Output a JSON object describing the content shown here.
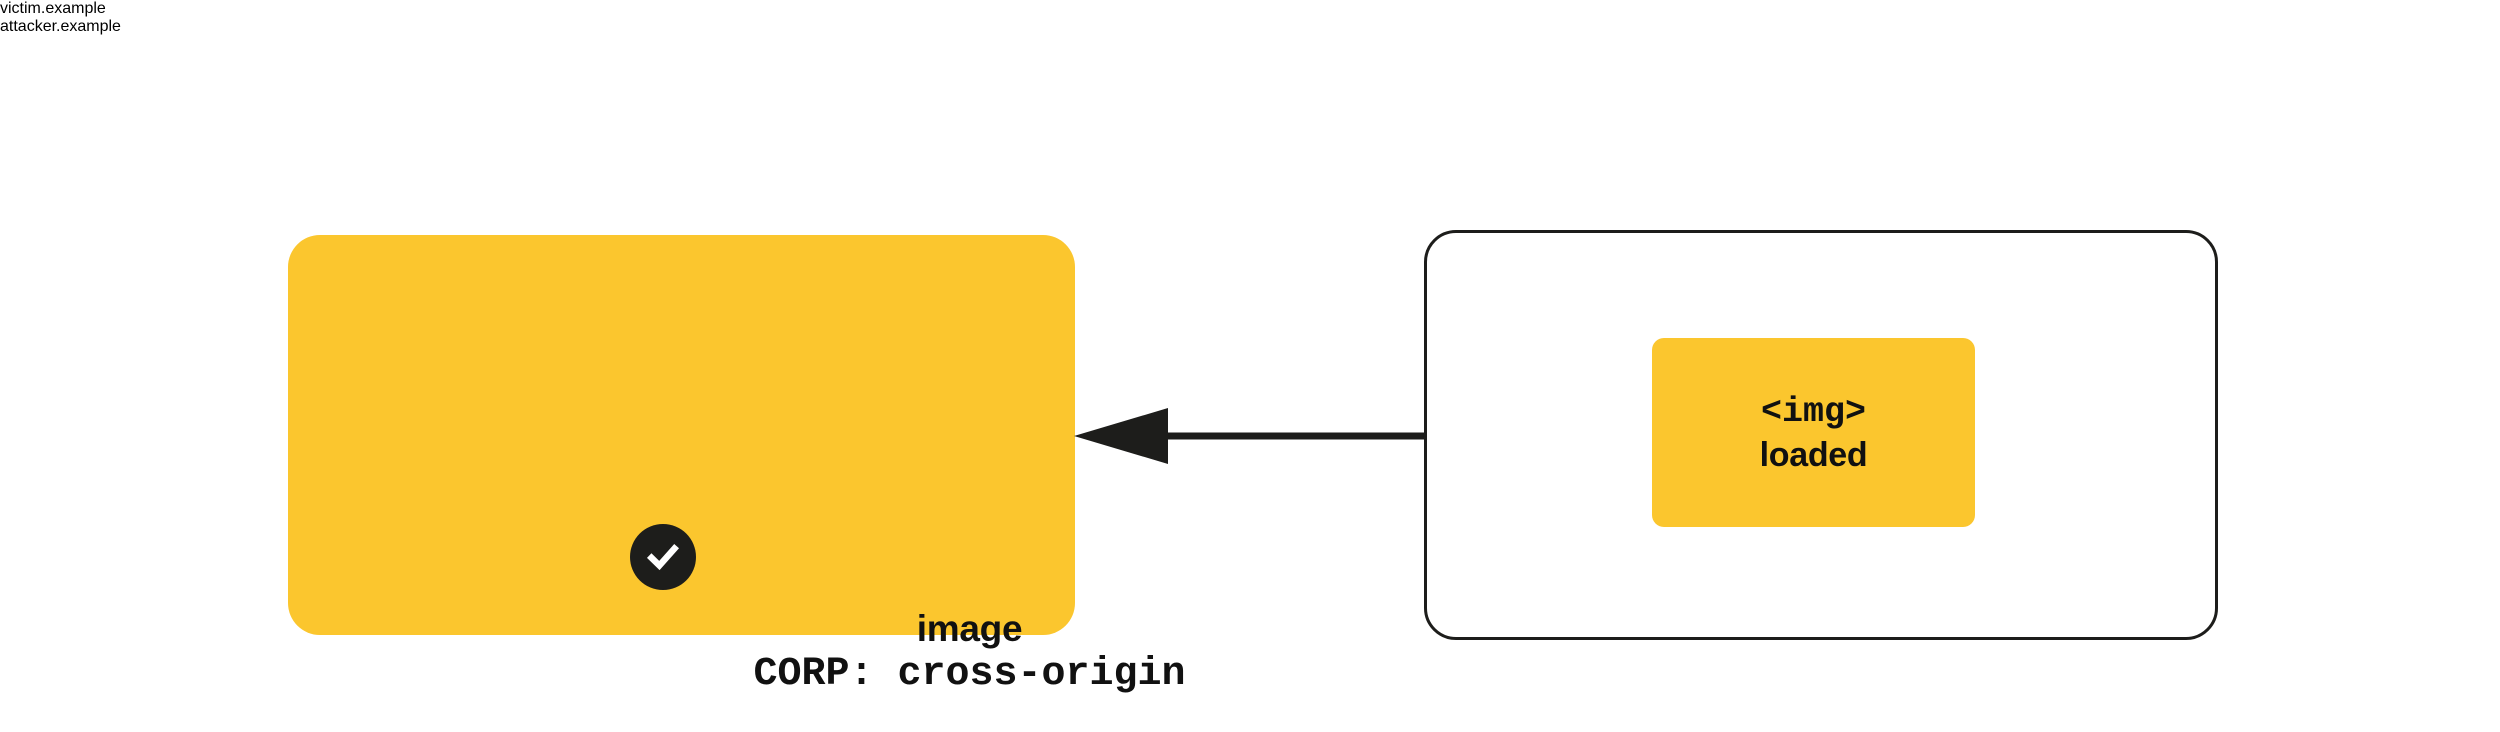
{
  "diagram": {
    "title": "Cross-Origin Resource Policy cross-origin image load",
    "background_color": "#ffffff",
    "accent_color": "#fbc62e",
    "ink_color": "#1d1d1b"
  },
  "victim": {
    "label": "victim.example",
    "card": {
      "resource_type": "image",
      "header": "CORP: cross-origin",
      "badge_icon": "check-circle-icon",
      "badge_meaning": "allowed",
      "fill_color": "#fbc62e"
    }
  },
  "attacker": {
    "label": "attacker.example",
    "frame": {
      "border_color": "#1d1d1b",
      "fill_color": "#ffffff"
    },
    "element": {
      "tag": "<img>",
      "state": "loaded",
      "fill_color": "#fbc62e"
    }
  },
  "arrow": {
    "name": "image-request-arrow",
    "direction": "right-to-left",
    "from": "attacker.example <img>",
    "to": "victim.example image",
    "color": "#1d1d1b"
  }
}
